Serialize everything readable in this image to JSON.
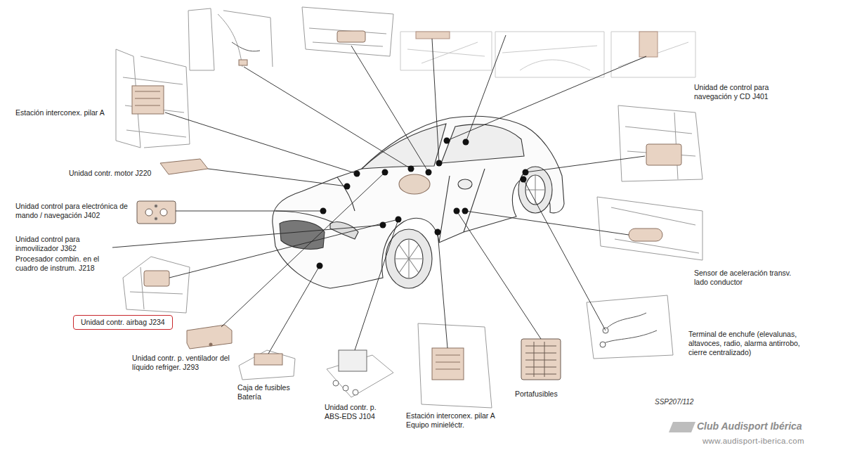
{
  "diagram": {
    "nodes": [
      {
        "text": [
          "Unidad contr. airbag J234"
        ]
      }
    ],
    "labels": [
      "Estación interconex. pilar A",
      "Unidad de control para navegación y CD J401",
      "Unidad contr. motor J220",
      "Unidad control para electrónica de mando / navegación J402",
      "Unidad control para inmovilizador J362",
      "Procesador combin. en el cuadro de instrum. J218",
      "Sensor de aceleración transv. lado conductor",
      "Terminal de enchufe (elevalunas, altavoces, radio, alarma antirrobo, cierre centralizado)",
      "Unidad contr. p. ventilador del líquido refriger. J293",
      "Caja de fusibles Batería",
      "Unidad contr. p. ABS-EDS J104",
      "Estación interconex. pilar A Equipo minieléctr.",
      "Portafusibles",
      "SSP207/112",
      "Club Audisport Ibérica",
      "www.audisport-iberica.com"
    ]
  }
}
